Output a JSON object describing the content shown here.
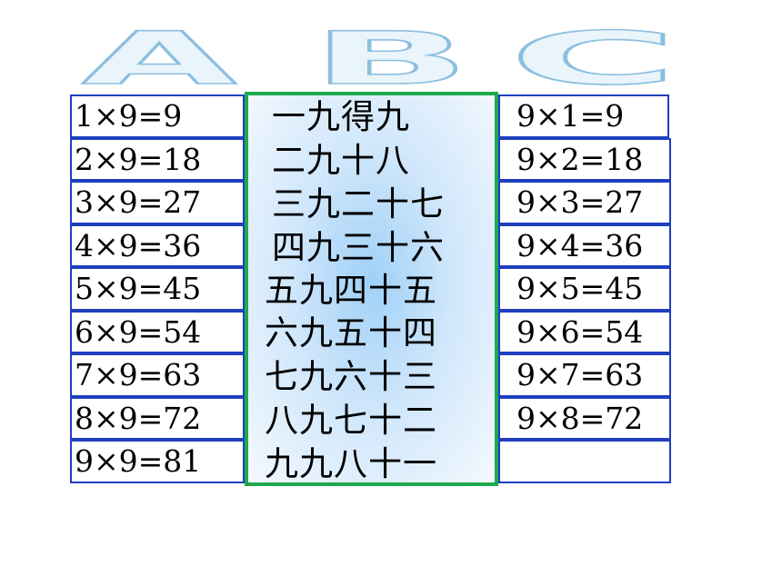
{
  "header": {
    "wordart_letters": [
      "A",
      "B",
      "C"
    ]
  },
  "left_column": [
    "1×9=9",
    "2×9=18",
    "3×9=27",
    "4×9=36",
    "5×9=45",
    "6×9=54",
    "7×9=63",
    "8×9=72",
    "9×9=81"
  ],
  "middle_column": [
    "一九得九",
    "二九十八",
    "三九二十七",
    "四九三十六",
    "五九四十五",
    "六九五十四",
    "七九六十三",
    "八九七十二",
    "九九八十一"
  ],
  "right_column": [
    "9×1=9",
    "9×2=18",
    "9×3=27",
    "9×4=36",
    "9×5=45",
    "9×6=54",
    "9×7=63",
    "9×8=72",
    ""
  ],
  "colors": {
    "cell_border": "#1f3fbf",
    "highlight_border": "#1fa84f",
    "highlight_fill": "#9fd0f7",
    "wordart_stroke": "#8bbfe0"
  }
}
